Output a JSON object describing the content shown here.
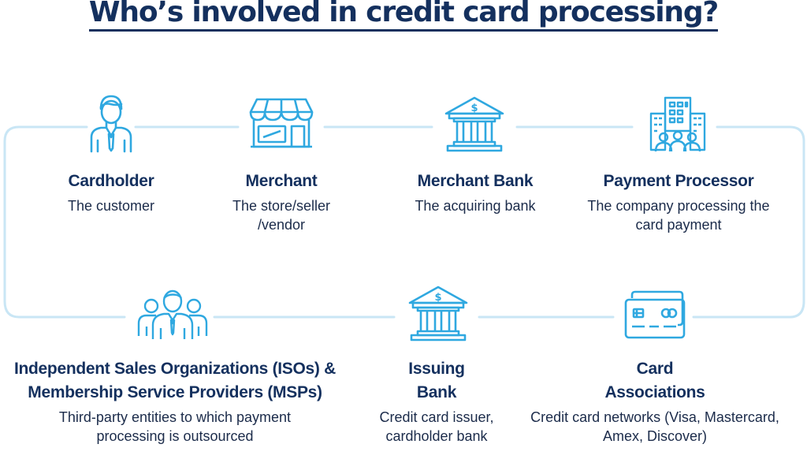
{
  "title": "Who’s involved in credit card processing?",
  "colors": {
    "accent": "#2fa8e0",
    "text": "#14305e",
    "connector": "#c9e6f5"
  },
  "participants": [
    {
      "icon": "cardholder-icon",
      "name": "Cardholder",
      "description": "The customer"
    },
    {
      "icon": "store-icon",
      "name": "Merchant",
      "description": "The store/seller /vendor"
    },
    {
      "icon": "bank-icon",
      "name": "Merchant Bank",
      "description": "The acquiring bank"
    },
    {
      "icon": "office-building-icon",
      "name": "Payment Processor",
      "description": "The company processing the card payment"
    },
    {
      "icon": "group-people-icon",
      "name": "Independent Sales Organizations (ISOs) & Membership Service Providers (MSPs)",
      "description": "Third-party entities to which payment processing is outsourced"
    },
    {
      "icon": "bank-icon",
      "name": "Issuing Bank",
      "description": "Credit card issuer, cardholder bank"
    },
    {
      "icon": "credit-cards-icon",
      "name": "Card Associations",
      "description": "Credit card networks (Visa, Mastercard, Amex, Discover)"
    }
  ]
}
